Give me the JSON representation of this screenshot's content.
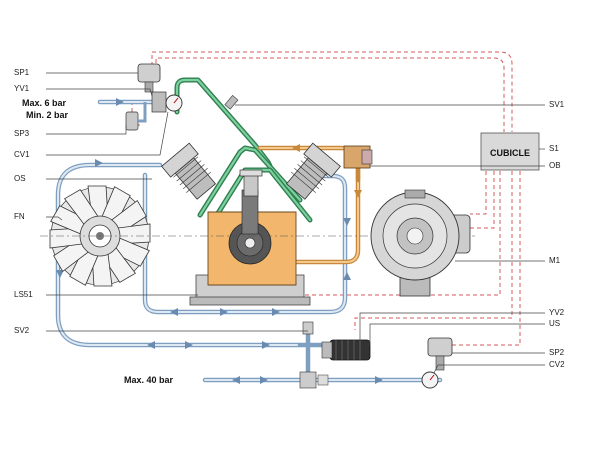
{
  "callouts_left": {
    "sp1": "SP1",
    "yv1": "YV1",
    "max6": "Max. 6 bar",
    "min2": "Min. 2 bar",
    "sp3": "SP3",
    "cv1": "CV1",
    "os": "OS",
    "fn": "FN",
    "ls51": "LS51",
    "sv2": "SV2",
    "max40": "Max. 40 bar"
  },
  "callouts_right": {
    "sv1": "SV1",
    "s1": "S1",
    "ob": "OB",
    "m1": "M1",
    "yv2": "YV2",
    "us": "US",
    "sp2": "SP2",
    "cv2": "CV2"
  },
  "cubicle": {
    "label": "CUBICLE"
  },
  "colors": {
    "frame": "#f2b76d",
    "air_pipe": "#7f9fc0",
    "hot_pipe": "#2f7f52",
    "oil_pipe": "#c9893a",
    "electric": "#d35b5b"
  },
  "icons": {
    "fan": "fan-icon",
    "motor": "electric-motor-icon",
    "gauge": "pressure-gauge-icon",
    "switch": "pressure-switch-icon"
  }
}
